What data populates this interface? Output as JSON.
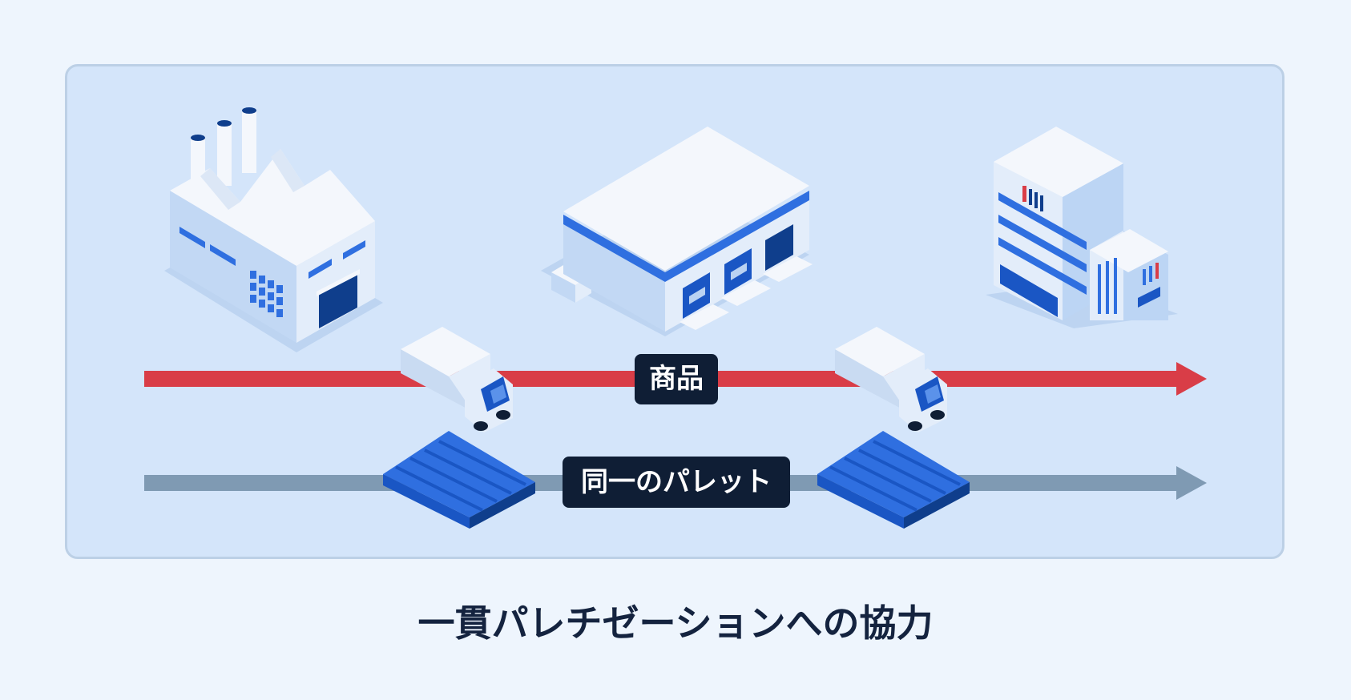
{
  "diagram": {
    "flow_goods_label": "商品",
    "flow_pallet_label": "同一のパレット",
    "caption": "一貫パレチゼーションへの協力",
    "nodes": [
      "factory",
      "warehouse",
      "retail-building"
    ],
    "colors": {
      "background": "#EEF5FD",
      "panel": "#D4E5FA",
      "goods_arrow": "#D93D47",
      "pallet_arrow": "#7F9AB3",
      "label_bg": "#0F1E35",
      "accent_blue": "#2F6FE0"
    }
  }
}
